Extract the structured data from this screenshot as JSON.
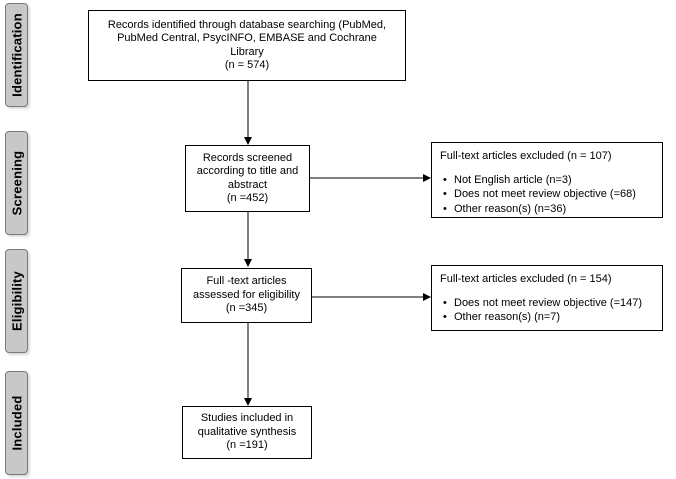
{
  "phases": {
    "identification": "Identification",
    "screening": "Screening",
    "eligibility": "Eligibility",
    "included": "Included"
  },
  "boxes": {
    "identified": {
      "lines": [
        "Records identified through database searching (PubMed,",
        "PubMed Central, PsycINFO,  EMBASE and Cochrane",
        "Library",
        "(n = 574)"
      ]
    },
    "screened": {
      "lines": [
        "Records screened",
        "according to title and",
        "abstract",
        "(n =452)"
      ]
    },
    "eligibility": {
      "lines": [
        "Full -text articles",
        "assessed for eligibility",
        "(n =345)"
      ]
    },
    "included": {
      "lines": [
        "Studies included in",
        "qualitative synthesis",
        "(n =191)"
      ]
    },
    "excluded_screening": {
      "title": "Full-text articles excluded  (n = 107)",
      "items": [
        "Not English article (n=3)",
        "Does not meet review objective (=68)",
        "Other reason(s) (n=36)"
      ]
    },
    "excluded_eligibility": {
      "title": "Full-text articles excluded (n = 154)",
      "items": [
        "Does not meet review objective (=147)",
        "Other reason(s) (n=7)"
      ]
    }
  }
}
